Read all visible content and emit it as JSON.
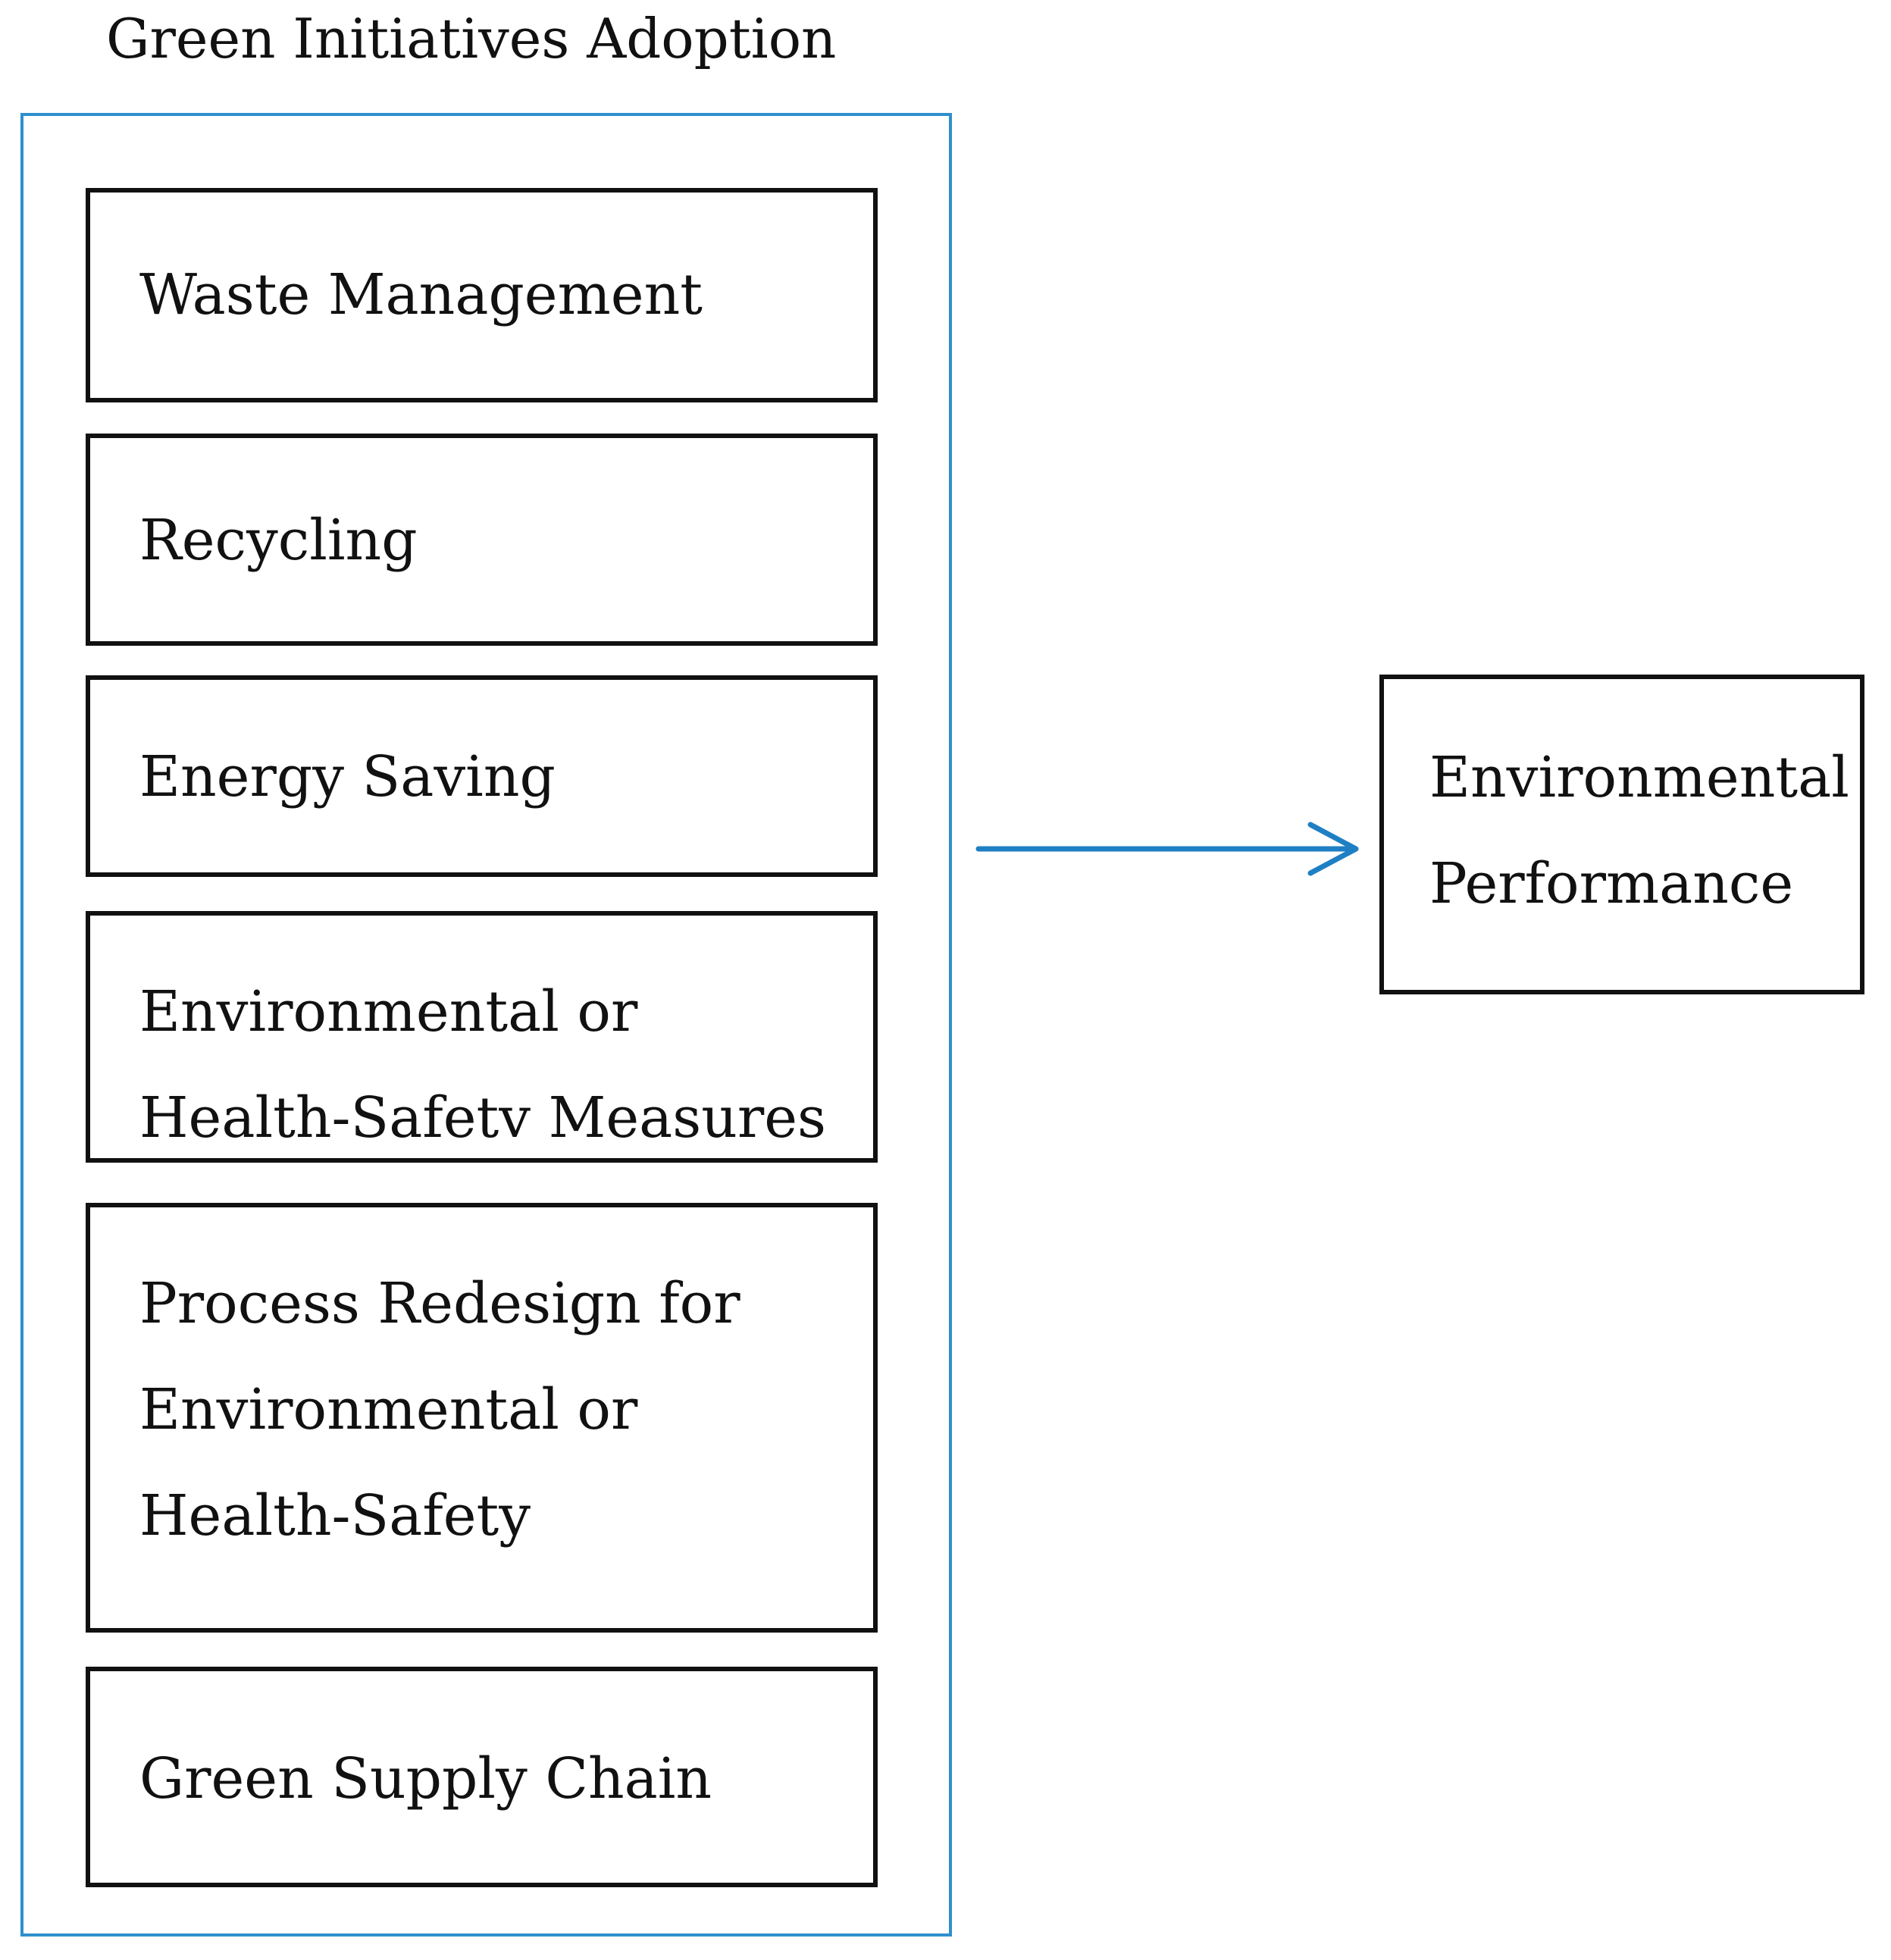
{
  "group": {
    "title": "Green Initiatives Adoption"
  },
  "initiatives": [
    {
      "lines": [
        "Waste Management"
      ]
    },
    {
      "lines": [
        "Recycling"
      ]
    },
    {
      "lines": [
        "Energy Saving"
      ]
    },
    {
      "lines": [
        "Environmental or",
        "Health-Safetv Measures"
      ]
    },
    {
      "lines": [
        "Process Redesign for",
        "Environmental or",
        "Health-Safety"
      ]
    },
    {
      "lines": [
        "Green Supply Chain"
      ]
    }
  ],
  "outcome": {
    "lines": [
      "Environmental",
      "Performance"
    ]
  },
  "colors": {
    "frame": "#2e8fcd",
    "arrow": "#1f7fc4",
    "box_border": "#111111"
  }
}
